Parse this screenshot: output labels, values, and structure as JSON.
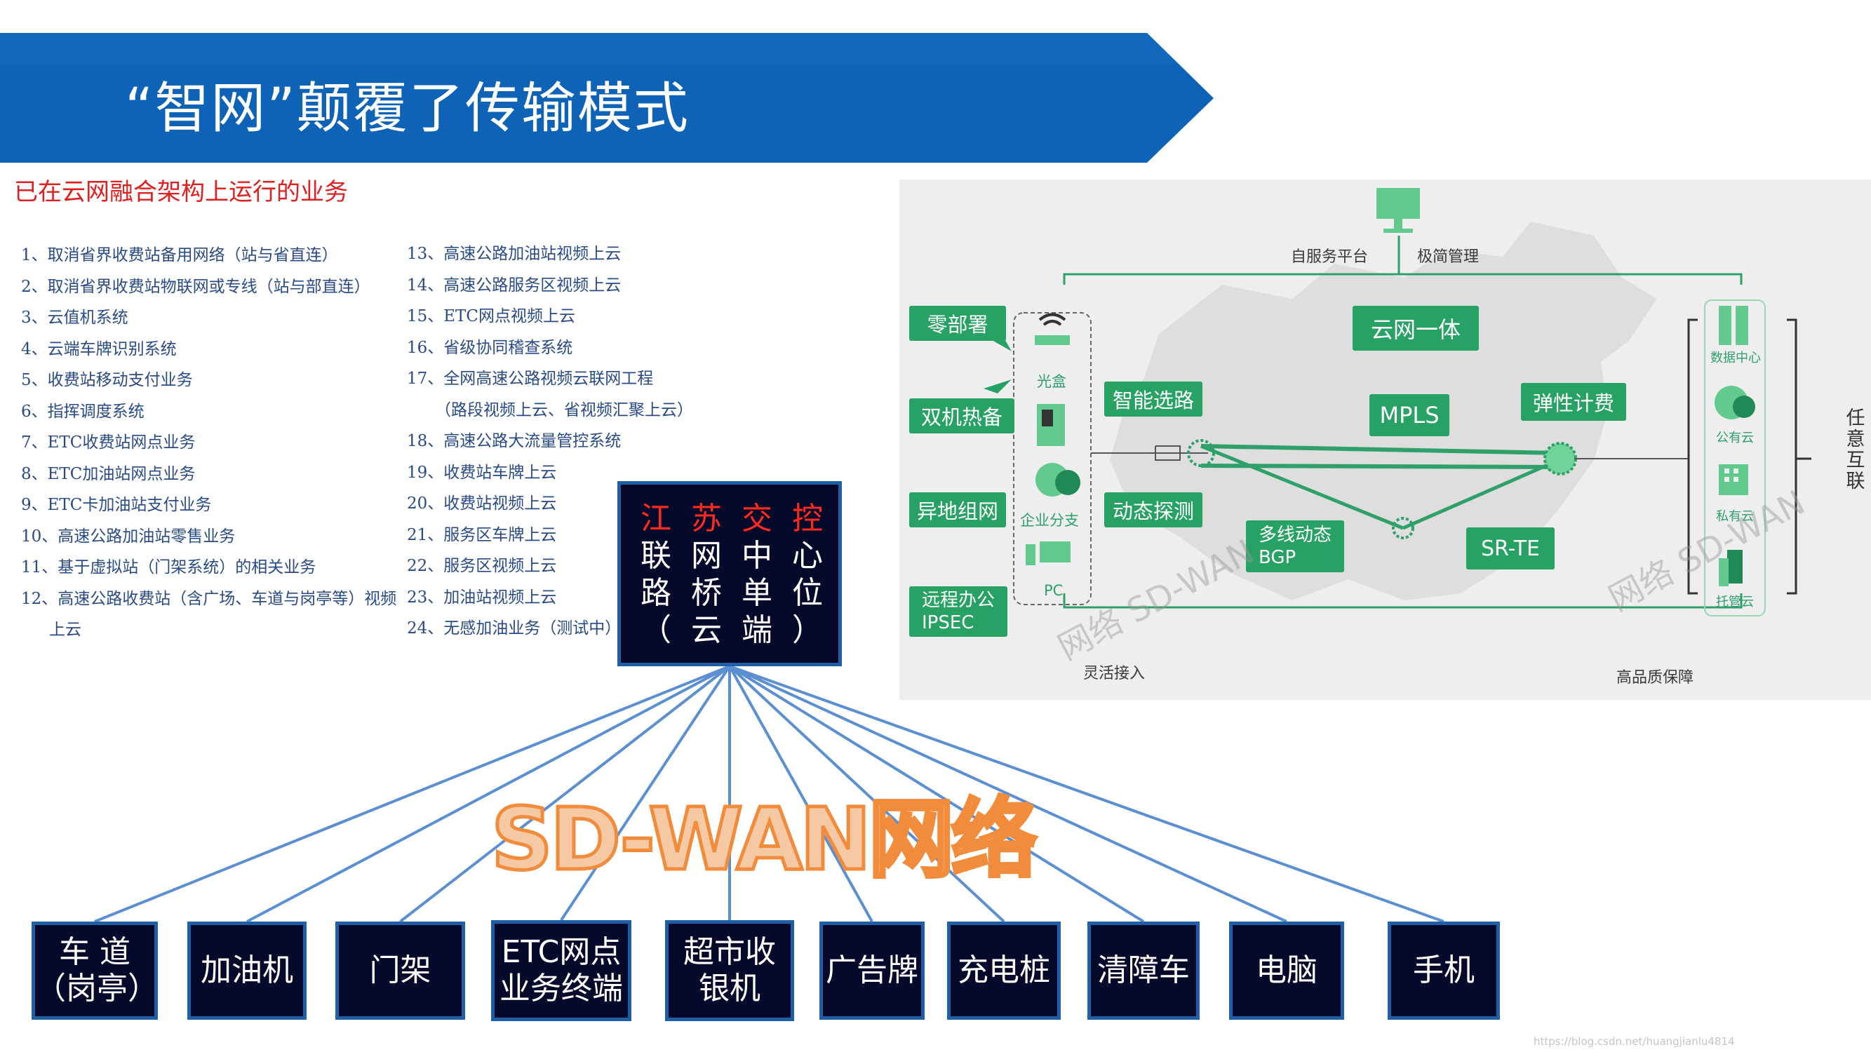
{
  "title": "“智网”颠覆了传输模式",
  "subheading": "已在云网融合架构上运行的业务",
  "services_left": [
    {
      "text": "1、取消省界收费站备用网络（站与省直连）"
    },
    {
      "text": "2、取消省界收费站物联网或专线（站与部直连）"
    },
    {
      "text": "3、云值机系统"
    },
    {
      "text": "4、云端车牌识别系统"
    },
    {
      "text": "5、收费站移动支付业务"
    },
    {
      "text": "6、指挥调度系统"
    },
    {
      "text": "7、ETC收费站网点业务"
    },
    {
      "text": "8、ETC加油站网点业务"
    },
    {
      "text": "9、ETC卡加油站支付业务"
    },
    {
      "text": "10、高速公路加油站零售业务"
    },
    {
      "text": "11、基于虚拟站（门架系统）的相关业务"
    },
    {
      "text": "12、高速公路收费站（含广场、车道与岗亭等）视频"
    },
    {
      "text": "上云",
      "cont": true
    }
  ],
  "services_right": [
    {
      "text": "13、高速公路加油站视频上云"
    },
    {
      "text": "14、高速公路服务区视频上云"
    },
    {
      "text": "15、ETC网点视频上云"
    },
    {
      "text": "16、省级协同稽查系统"
    },
    {
      "text": "17、全网高速公路视频云联网工程"
    },
    {
      "text": "（路段视频上云、省视频汇聚上云）",
      "cont": true
    },
    {
      "text": "18、高速公路大流量管控系统"
    },
    {
      "text": "19、收费站车牌上云"
    },
    {
      "text": "20、收费站视频上云"
    },
    {
      "text": "21、服务区车牌上云"
    },
    {
      "text": "22、服务区视频上云"
    },
    {
      "text": "23、加油站视频上云"
    },
    {
      "text": "24、无感加油业务（测试中）"
    }
  ],
  "center_box": {
    "line1": "江苏交控",
    "line2": "联网中心",
    "line3": "路桥单位",
    "line4": "（云端）"
  },
  "network_label": "SD-WAN网络",
  "terminals": [
    "车 道\n（岗亭）",
    "加油机",
    "门架",
    "ETC网点\n业务终端",
    "超市收\n银机",
    "广告牌",
    "充电桩",
    "清障车",
    "电脑",
    "手机"
  ],
  "map_panel": {
    "platform_left": "自服务平台",
    "platform_right": "极简管理",
    "left_tags": [
      "零部署",
      "双机热备",
      "异地组网",
      "远程办公\nIPSEC"
    ],
    "devices": [
      "光盒",
      "企业分支",
      "PC"
    ],
    "center_tags": [
      "智能选路",
      "动态探测",
      "云网一体",
      "MPLS",
      "弹性计费",
      "多线动态\nBGP",
      "SR-TE"
    ],
    "clouds": [
      "数据中心",
      "公有云",
      "私有云",
      "托管云"
    ],
    "right_vertical": "任意互联",
    "bottom_left": "灵活接入",
    "bottom_right": "高品质保障",
    "watermark": "网络 SD-WAN"
  },
  "colors": {
    "banner": "#0e63b6",
    "accent_green": "#28a165",
    "box_fill": "#050a2a",
    "box_border": "#1e5fa8",
    "subheading_red": "#e02020",
    "network_label": "#f28c3d"
  },
  "credit": "https://blog.csdn.net/huangjianlu4814"
}
